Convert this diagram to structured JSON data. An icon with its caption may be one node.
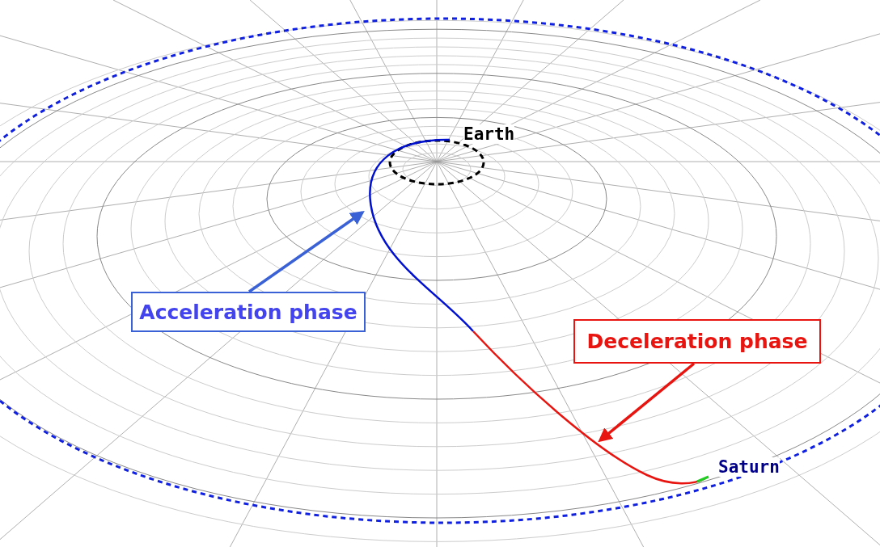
{
  "diagram": {
    "nodes": [
      {
        "text": [
          "Acceleration phase"
        ]
      },
      {
        "text": [
          "Deceleration phase"
        ]
      }
    ],
    "edges": [
      {
        "from": 0,
        "to": null,
        "arrow": "to",
        "color": "#3a62d6"
      },
      {
        "from": 1,
        "to": null,
        "arrow": "to",
        "color": "#e8140f"
      }
    ],
    "labels": [
      "Earth",
      "Saturn"
    ]
  }
}
